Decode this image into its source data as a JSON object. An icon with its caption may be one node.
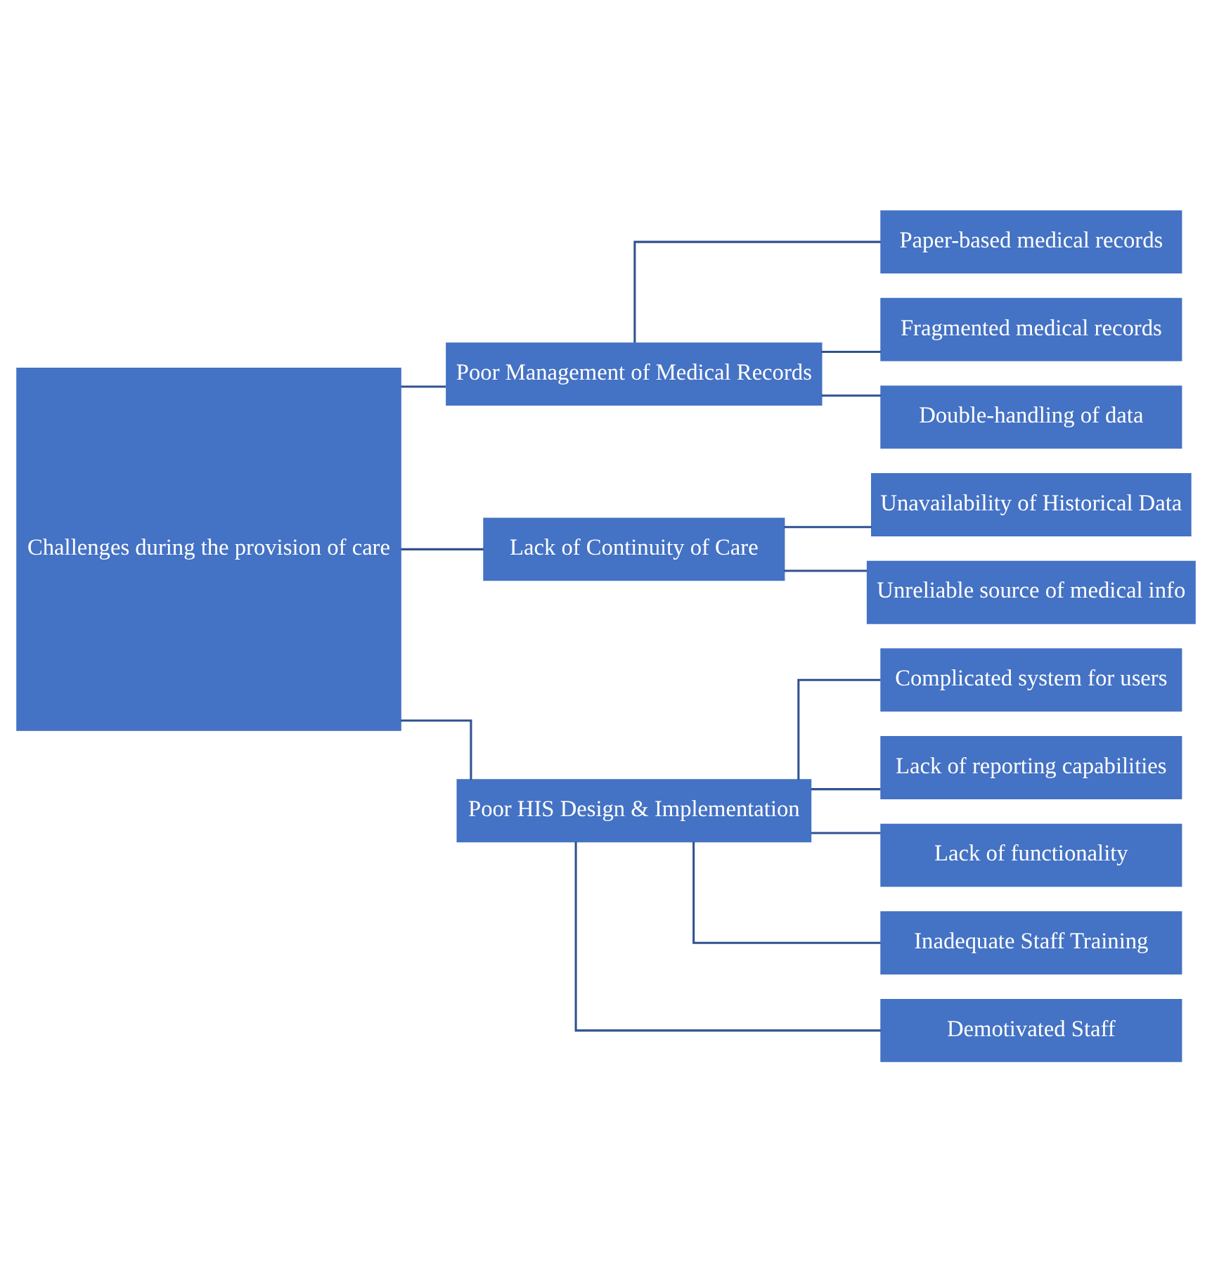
{
  "diagram": {
    "nodes": [
      {
        "text": [
          "Challenges during the provision of care"
        ]
      },
      {
        "text": [
          "Poor Management of Medical Records"
        ]
      },
      {
        "text": [
          "Paper-based medical records"
        ]
      },
      {
        "text": [
          "Fragmented medical records"
        ]
      },
      {
        "text": [
          "Double-handling of data"
        ]
      },
      {
        "text": [
          "Lack of Continuity of Care"
        ]
      },
      {
        "text": [
          "Unavailability of Historical Data"
        ]
      },
      {
        "text": [
          "Unreliable source of medical info"
        ]
      },
      {
        "text": [
          "Poor HIS Design & Implementation"
        ]
      },
      {
        "text": [
          "Complicated system for users"
        ]
      },
      {
        "text": [
          "Lack of reporting capabilities"
        ]
      },
      {
        "text": [
          "Lack of functionality"
        ]
      },
      {
        "text": [
          "Inadequate Staff Training"
        ]
      },
      {
        "text": [
          "Demotivated Staff"
        ]
      }
    ],
    "edges": [
      {
        "from": 0,
        "to": 1,
        "arrow": "none"
      },
      {
        "from": 0,
        "to": 5,
        "arrow": "none"
      },
      {
        "from": 0,
        "to": 8,
        "arrow": "none"
      },
      {
        "from": 1,
        "to": 2,
        "arrow": "none"
      },
      {
        "from": 1,
        "to": 3,
        "arrow": "none"
      },
      {
        "from": 1,
        "to": 4,
        "arrow": "none"
      },
      {
        "from": 5,
        "to": 6,
        "arrow": "none"
      },
      {
        "from": 5,
        "to": 7,
        "arrow": "none"
      },
      {
        "from": 8,
        "to": 9,
        "arrow": "none"
      },
      {
        "from": 8,
        "to": 10,
        "arrow": "none"
      },
      {
        "from": 8,
        "to": 11,
        "arrow": "none"
      },
      {
        "from": 8,
        "to": 12,
        "arrow": "none"
      },
      {
        "from": 8,
        "to": 13,
        "arrow": "none"
      }
    ]
  }
}
